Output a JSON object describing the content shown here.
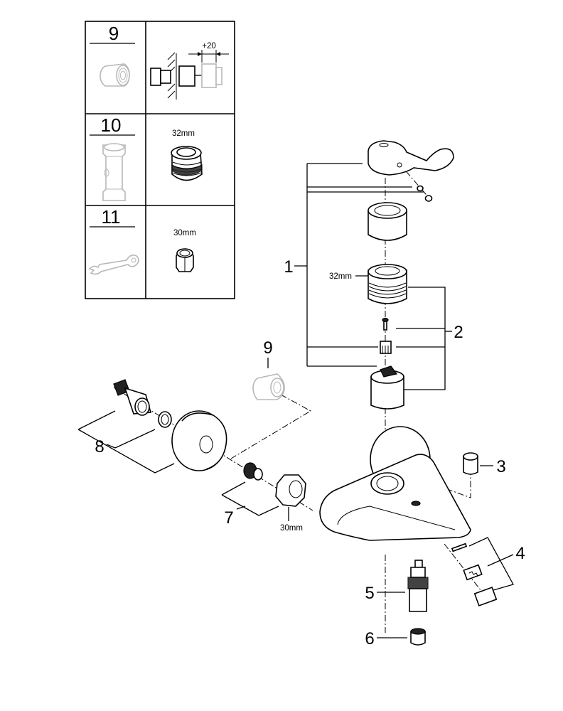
{
  "diagram": {
    "type": "exploded-parts-view",
    "subject": "single-lever wall-mounted bath/shower mixer",
    "accessory_table": {
      "rows": [
        {
          "number": "9",
          "tool_icon": "extension-piece-icon",
          "detail_label": "+20",
          "detail_icon": "extension-install-icon"
        },
        {
          "number": "10",
          "tool_icon": "socket-wrench-icon",
          "detail_label": "32mm",
          "detail_icon": "cartridge-nut-icon"
        },
        {
          "number": "11",
          "tool_icon": "spanner-icon",
          "detail_label": "30mm",
          "detail_icon": "hex-nut-icon"
        }
      ]
    },
    "callouts": [
      {
        "number": "1",
        "part": "lever-handle-assembly"
      },
      {
        "number": "2",
        "part": "cartridge-set"
      },
      {
        "number": "3",
        "part": "cap"
      },
      {
        "number": "4",
        "part": "aerator-set"
      },
      {
        "number": "5",
        "part": "diverter"
      },
      {
        "number": "6",
        "part": "diverter-knob"
      },
      {
        "number": "7",
        "part": "union-nut-set"
      },
      {
        "number": "8",
        "part": "s-union-set"
      },
      {
        "number": "9",
        "part": "extension-piece"
      }
    ],
    "dimension_labels": {
      "cartridge_nut": "32mm",
      "union_nut": "30mm"
    }
  }
}
